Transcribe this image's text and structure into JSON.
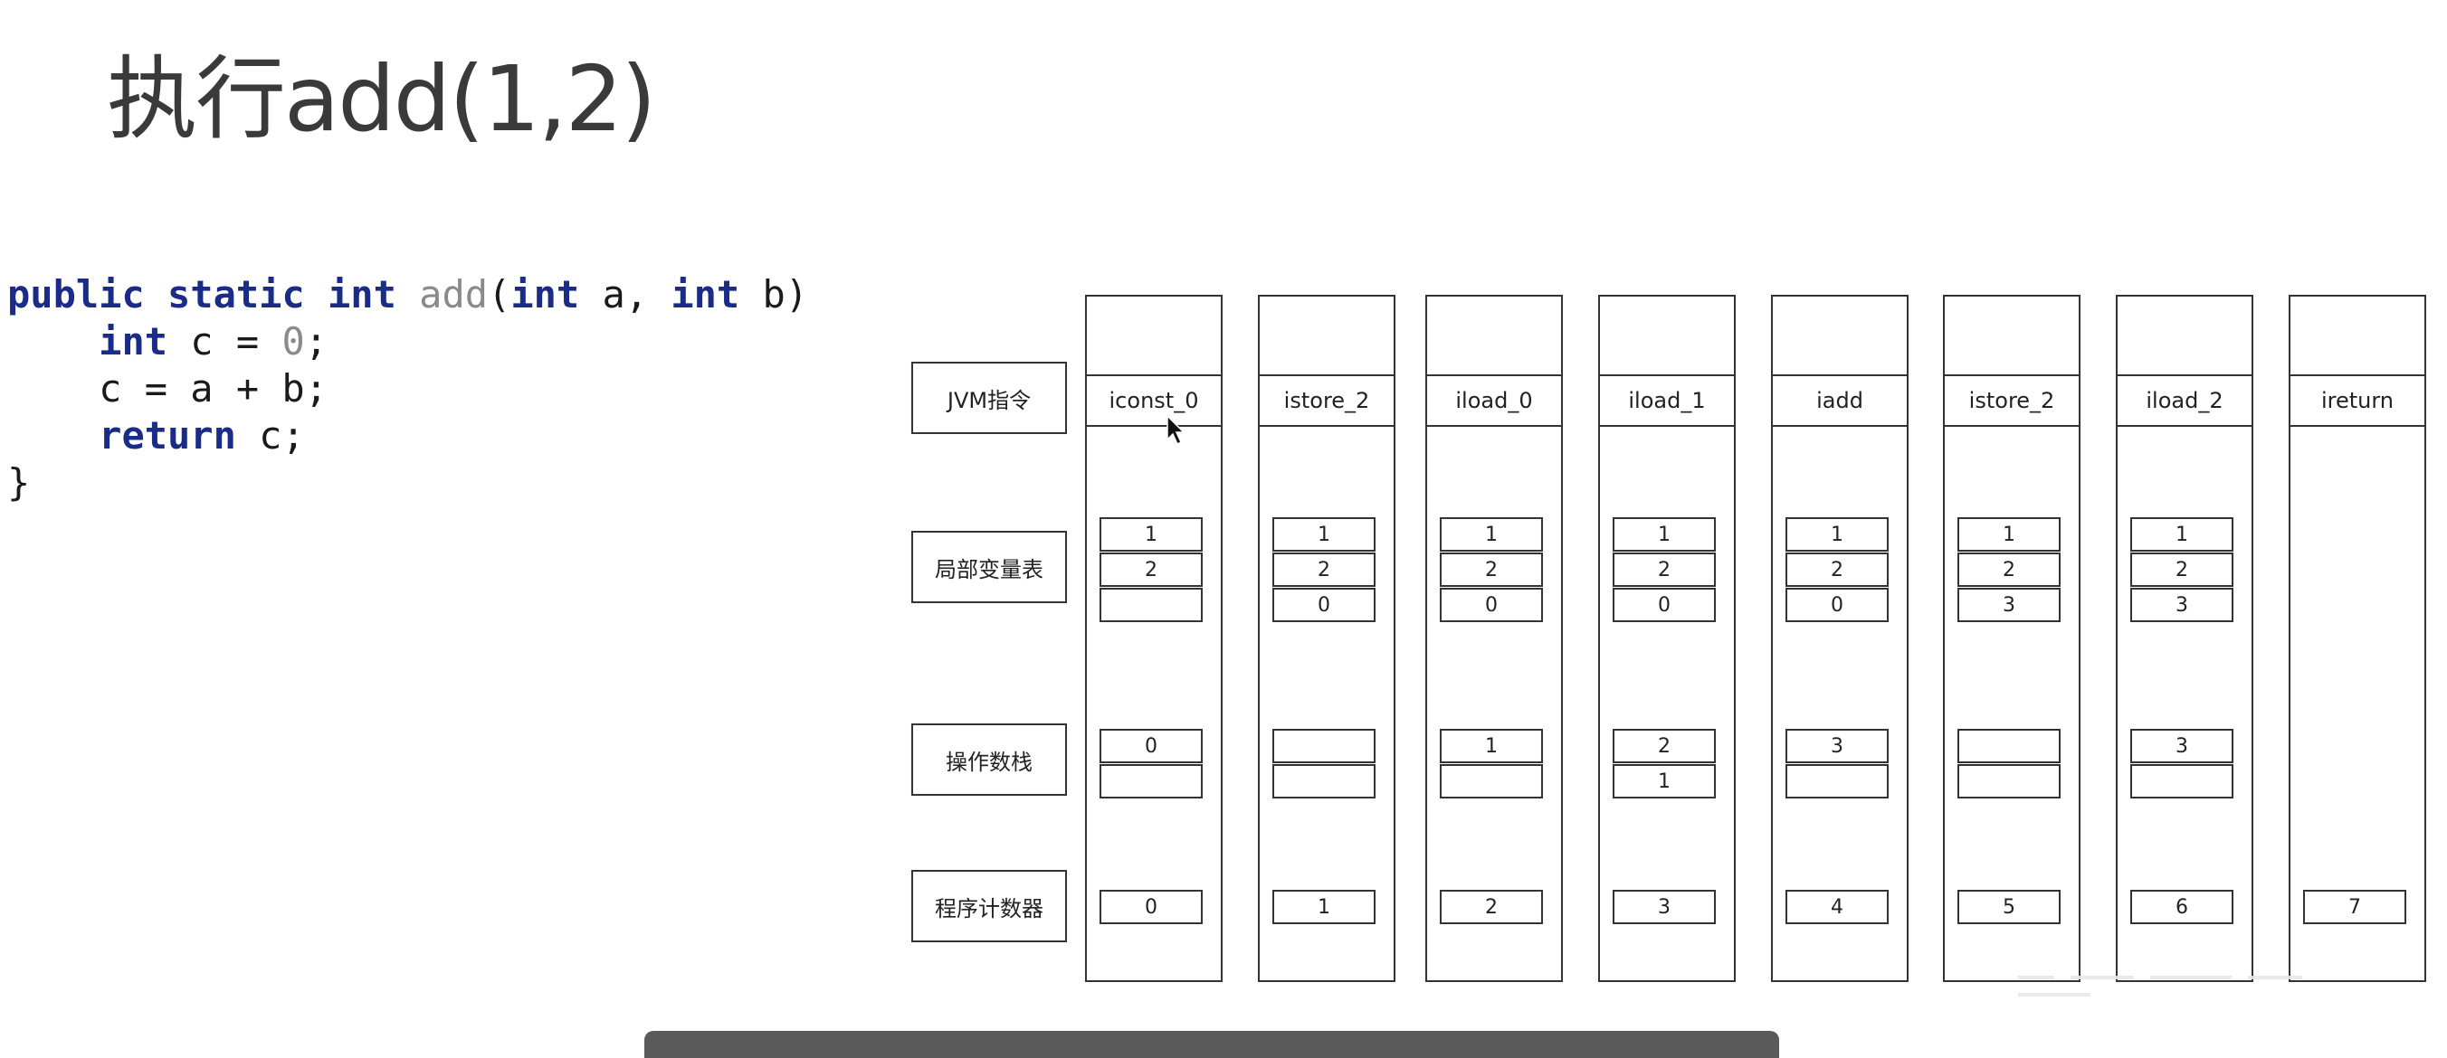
{
  "title": "执行add(1,2)",
  "code": {
    "lines": [
      [
        {
          "t": "public static int ",
          "c": "kw"
        },
        {
          "t": "add",
          "c": "fn"
        },
        {
          "t": "(",
          "c": ""
        },
        {
          "t": "int",
          "c": "kw"
        },
        {
          "t": " a, ",
          "c": ""
        },
        {
          "t": "int",
          "c": "kw"
        },
        {
          "t": " b)",
          "c": ""
        }
      ],
      [
        {
          "t": "    ",
          "c": ""
        },
        {
          "t": "int",
          "c": "kw"
        },
        {
          "t": " c = ",
          "c": ""
        },
        {
          "t": "0",
          "c": "num"
        },
        {
          "t": ";",
          "c": ""
        }
      ],
      [
        {
          "t": "    c = a + b;",
          "c": ""
        }
      ],
      [
        {
          "t": "    ",
          "c": ""
        },
        {
          "t": "return",
          "c": "kw"
        },
        {
          "t": " c;",
          "c": ""
        }
      ],
      [
        {
          "t": "}",
          "c": ""
        }
      ]
    ]
  },
  "row_labels": {
    "instr": "JVM指令",
    "locals": "局部变量表",
    "stack": "操作数栈",
    "pc": "程序计数器"
  },
  "columns": [
    {
      "instr": "iconst_0",
      "locals": [
        "1",
        "2",
        ""
      ],
      "stack": [
        "0",
        ""
      ],
      "pc": "0"
    },
    {
      "instr": "istore_2",
      "locals": [
        "1",
        "2",
        "0"
      ],
      "stack": [
        "",
        ""
      ],
      "pc": "1"
    },
    {
      "instr": "iload_0",
      "locals": [
        "1",
        "2",
        "0"
      ],
      "stack": [
        "1",
        ""
      ],
      "pc": "2"
    },
    {
      "instr": "iload_1",
      "locals": [
        "1",
        "2",
        "0"
      ],
      "stack": [
        "2",
        "1"
      ],
      "pc": "3"
    },
    {
      "instr": "iadd",
      "locals": [
        "1",
        "2",
        "0"
      ],
      "stack": [
        "3",
        ""
      ],
      "pc": "4"
    },
    {
      "instr": "istore_2",
      "locals": [
        "1",
        "2",
        "3"
      ],
      "stack": [
        "",
        ""
      ],
      "pc": "5"
    },
    {
      "instr": "iload_2",
      "locals": [
        "1",
        "2",
        "3"
      ],
      "stack": [
        "3",
        ""
      ],
      "pc": "6"
    },
    {
      "instr": "ireturn",
      "locals": null,
      "stack": null,
      "pc": "7"
    }
  ]
}
